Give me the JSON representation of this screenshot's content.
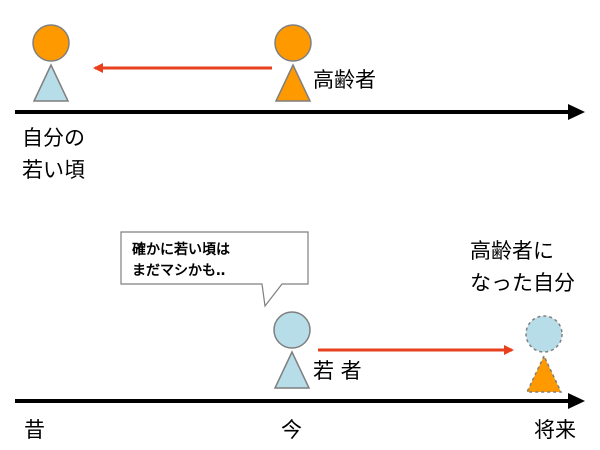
{
  "top_scene": {
    "past_self_label_line1": "自分の",
    "past_self_label_line2": "若い頃",
    "elder_label": "高齢者"
  },
  "bottom_scene": {
    "speech_bubble_line1": "確かに若い頃は",
    "speech_bubble_line2": "まだマシかも‥",
    "young_person_label": "若 者",
    "future_self_label_line1": "高齢者に",
    "future_self_label_line2": "なった自分"
  },
  "timeline": {
    "past_label": "昔",
    "now_label": "今",
    "future_label": "将来"
  },
  "colors": {
    "orange": "#FF9900",
    "light_blue": "#B7DDE8",
    "outline_gray": "#7F7F7F",
    "arrow_red": "#E8401C",
    "timeline_black": "#000000"
  }
}
